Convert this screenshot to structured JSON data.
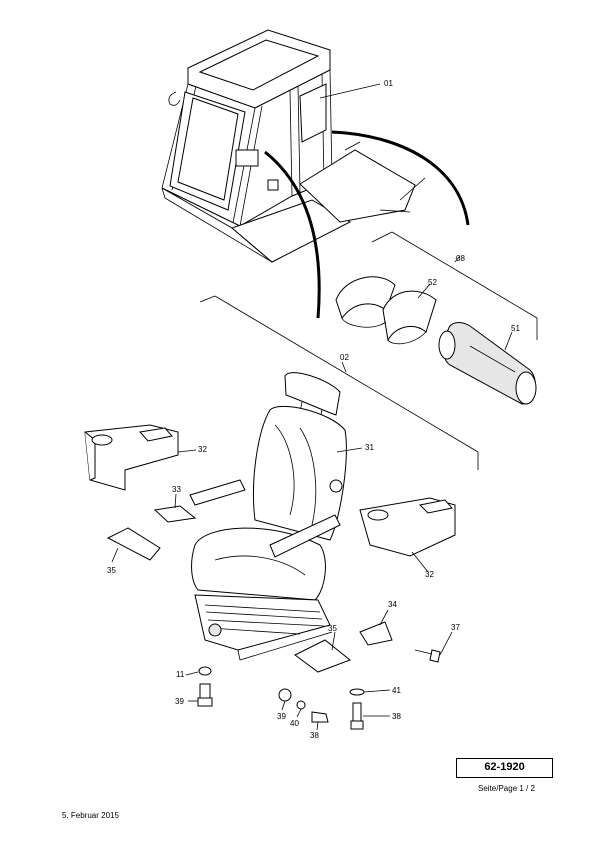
{
  "callouts": {
    "c01": "01",
    "c08": "08",
    "c52": "52",
    "c51": "51",
    "c02": "02",
    "c32a": "32",
    "c31": "31",
    "c33": "33",
    "c35a": "35",
    "c32b": "32",
    "c34": "34",
    "c37": "37",
    "c35b": "35",
    "c11": "11",
    "c39a": "39",
    "c39b": "39",
    "c40": "40",
    "c38a": "38",
    "c41": "41",
    "c38b": "38"
  },
  "footer": {
    "doc_number": "62-1920",
    "page_label": "Seite/Page  1 / 2",
    "date": "5. Februar 2015"
  }
}
